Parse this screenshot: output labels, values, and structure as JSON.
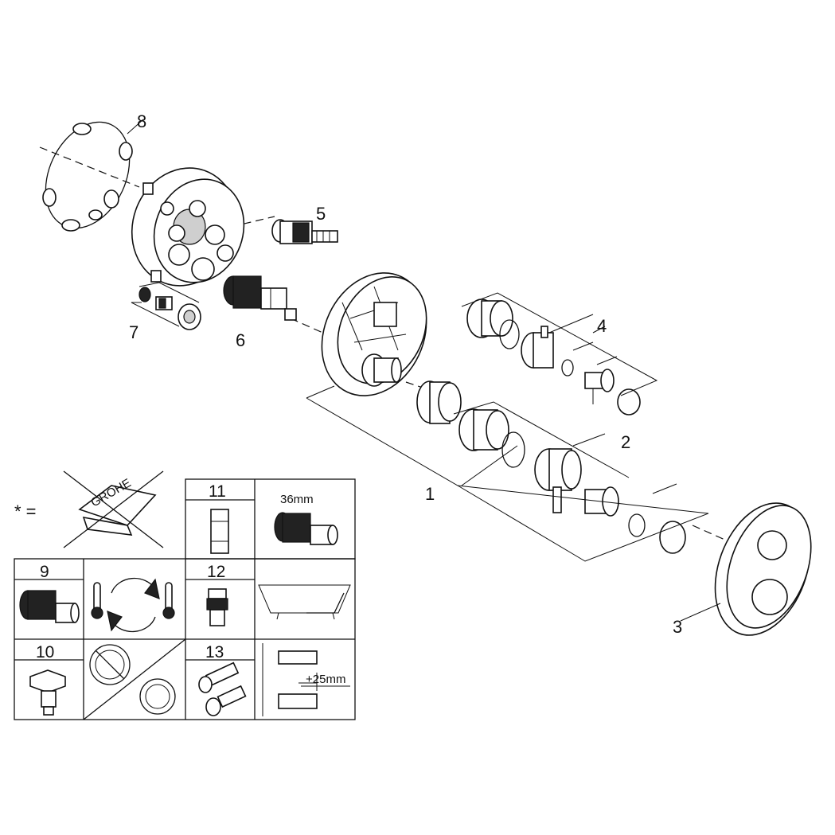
{
  "callouts": {
    "c1": "1",
    "c2": "2",
    "c3": "3",
    "c4": "4",
    "c5": "5",
    "c6": "6",
    "c7": "7",
    "c8": "8"
  },
  "legend": {
    "asterisk": "* =",
    "brand": "GROHE",
    "cell11": "11",
    "cell_36mm": "36mm",
    "cell9": "9",
    "cell12": "12",
    "cell10": "10",
    "cell13": "13",
    "plus25": "+25mm"
  },
  "colors": {
    "line": "#111111",
    "fill": "#ffffff",
    "shade": "#cfcfcf"
  },
  "icons": [
    "thermometer-hot-icon",
    "thermometer-cold-icon",
    "swap-arrows-icon",
    "no-entry-icon"
  ]
}
